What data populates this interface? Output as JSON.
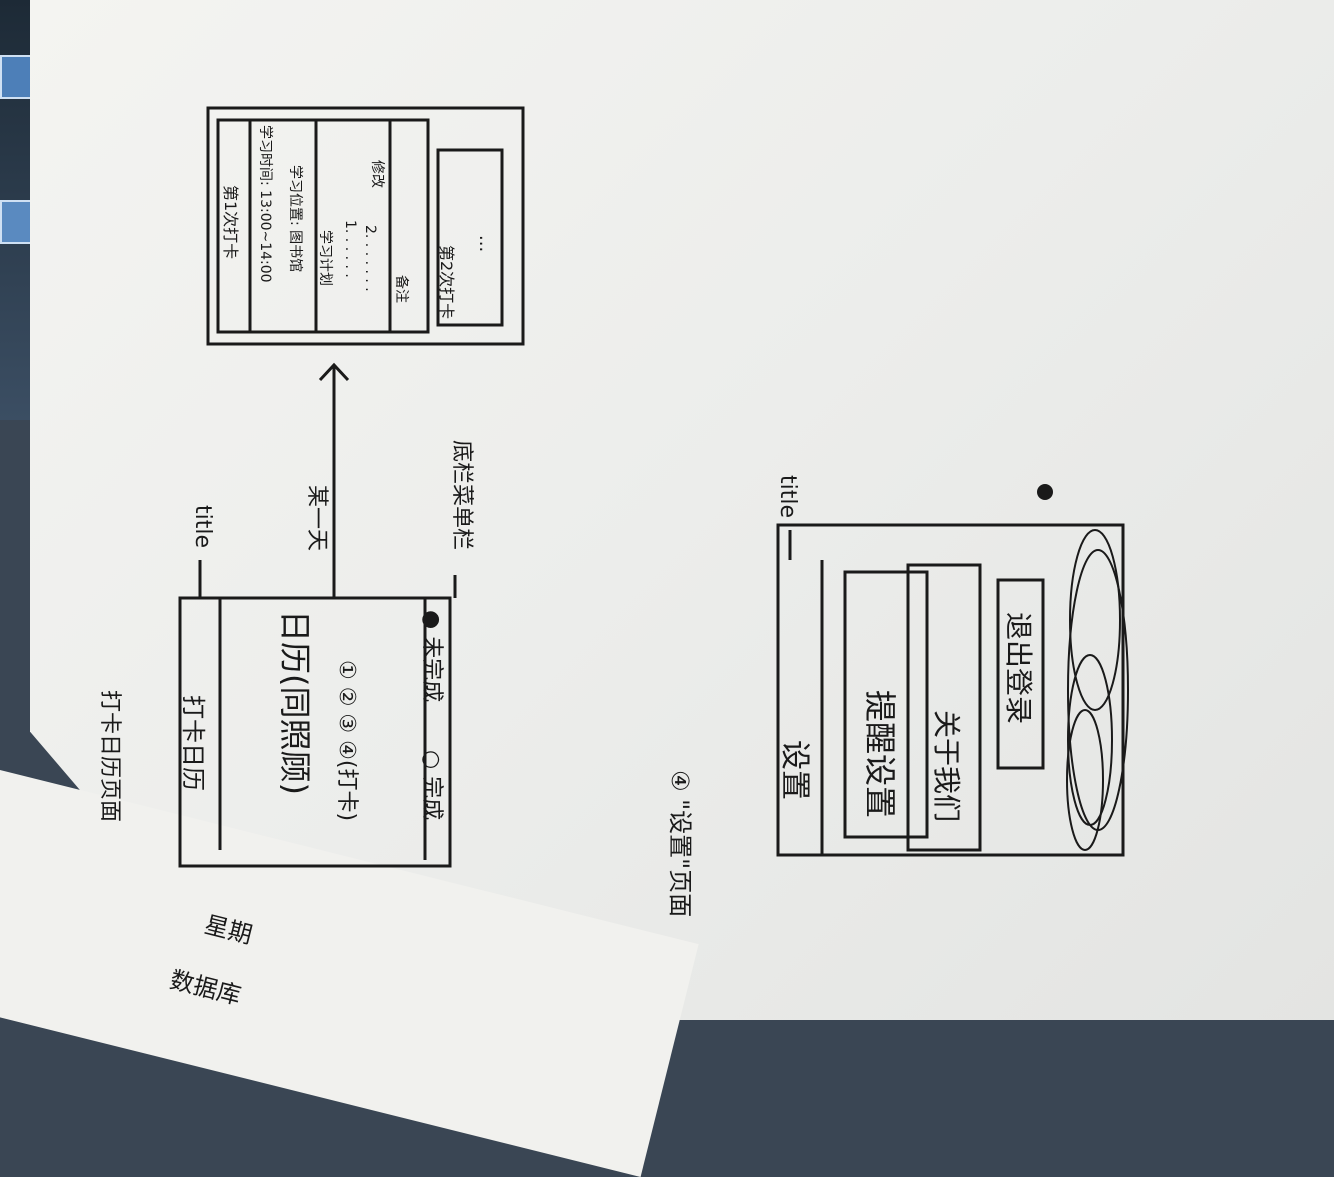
{
  "sketch_page1": {
    "section_label": "打卡日历页面",
    "tab_label": "打卡日历",
    "calendar_text": "日历(同照顾)",
    "dots_text": "① ② ③ ④(打卡)",
    "footer_left": "○ 完成",
    "footer_right": "● 未完成",
    "annotation_title": "title",
    "annotation_click": "某一天",
    "annotation_bottom": "底栏菜单栏"
  },
  "sketch_detail": {
    "item1_title": "第1次打卡",
    "item1_time": "学习时间: 13:00~14:00",
    "item1_place": "学习位置: 图书馆",
    "item1_plan": "学习计划",
    "item1_list1": "1. . . . . .",
    "item1_list2": "2. . . . . . .",
    "item1_note": "备注",
    "item1_edit": "修改",
    "item2_title": "第2次打卡",
    "item2_more": "..."
  },
  "sketch_settings": {
    "section_label": "④ \"设置\"页面",
    "header": "设置",
    "btn_reminder": "提醒设置",
    "btn_about": "关于我们",
    "btn_logout": "退出登录",
    "annotation_title": "title"
  },
  "under_sheet": {
    "header_week": "星期",
    "cell_text": "数据库"
  }
}
